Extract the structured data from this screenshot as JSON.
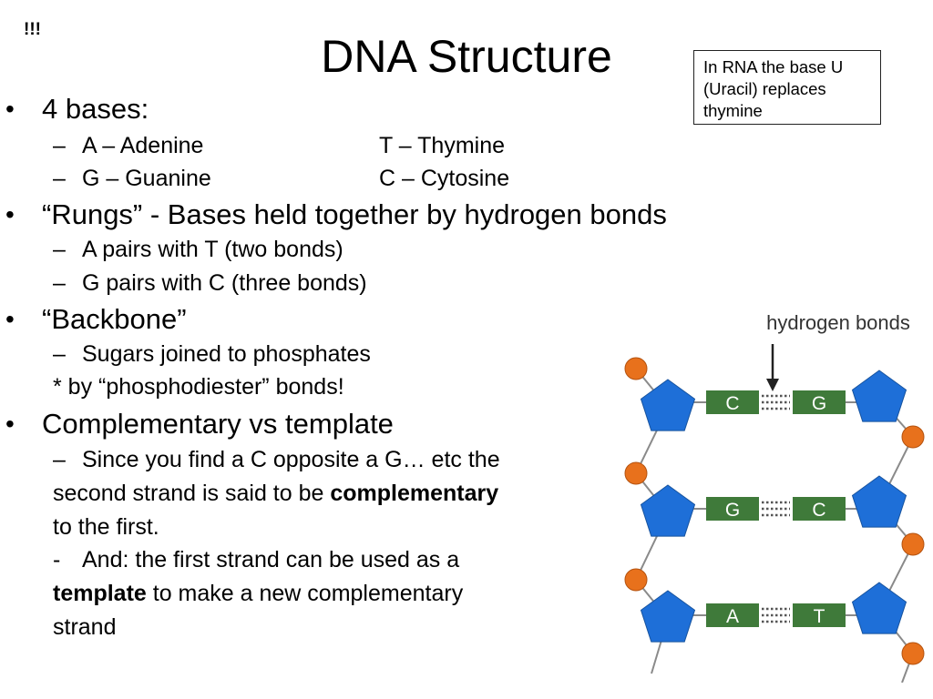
{
  "corner_mark": "!!!",
  "title": "DNA Structure",
  "note": "In RNA the base U (Uracil) replaces thymine",
  "bullet_char": "•",
  "dash_char": "–",
  "bases": {
    "heading": "4 bases:",
    "row1_left": "A – Adenine",
    "row1_right": "T – Thymine",
    "row2_left": "G – Guanine",
    "row2_right": "C – Cytosine"
  },
  "rungs": {
    "heading": "“Rungs” - Bases held together by hydrogen bonds",
    "sub1": "A pairs with T (two bonds)",
    "sub2": "G pairs with C (three bonds)"
  },
  "backbone": {
    "heading": "“Backbone”",
    "sub1": "Sugars joined to phosphates",
    "sub2": "* by “phosphodiester” bonds!"
  },
  "complementary": {
    "heading": "Complementary vs template",
    "sub1_line1": "Since you find a C opposite a G… etc the",
    "sub1_line2_pre": "second strand is said to be ",
    "sub1_line2_bold": "complementary",
    "sub1_line3": "to the first.",
    "sub2_marker": "-",
    "sub2_line1": "And: the first strand can be used as a",
    "sub2_line2_bold": "template",
    "sub2_line2_post": " to make a new complementary",
    "sub2_line3": "strand"
  },
  "diagram": {
    "label": "hydrogen bonds",
    "pairs": [
      {
        "left": "C",
        "right": "G"
      },
      {
        "left": "G",
        "right": "C"
      },
      {
        "left": "A",
        "right": "T"
      }
    ],
    "colors": {
      "sugar": "#1e6fd8",
      "phosphate": "#e8711c",
      "base": "#3f7a3a",
      "backbone": "#8a8a8a"
    }
  }
}
